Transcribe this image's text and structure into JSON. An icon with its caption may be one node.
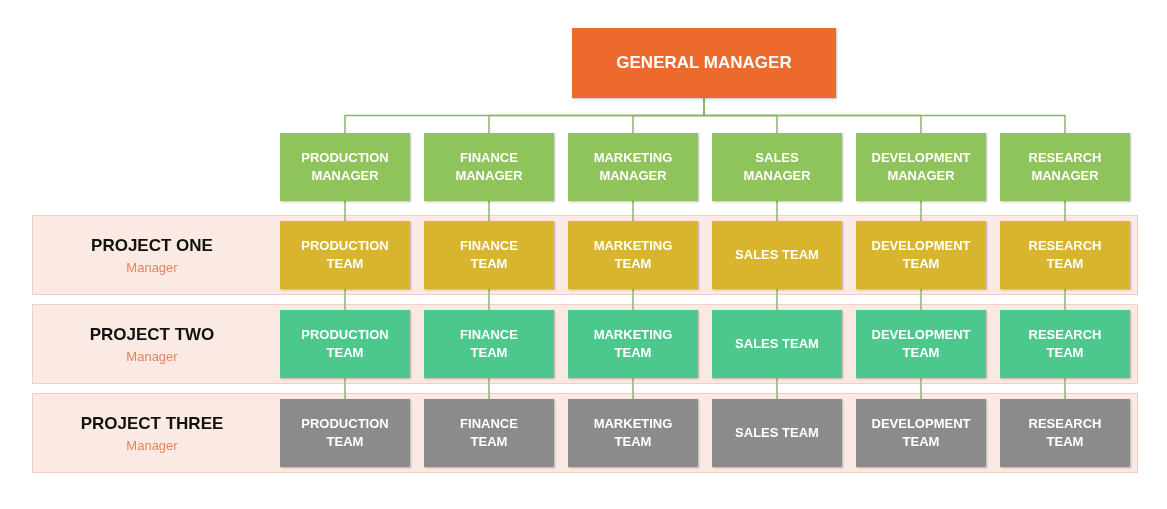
{
  "diagram": {
    "nodes": [
      {
        "text": [
          "GENERAL MANAGER"
        ]
      },
      {
        "text": [
          "PRODUCTION MANAGER"
        ]
      },
      {
        "text": [
          "FINANCE MANAGER"
        ]
      },
      {
        "text": [
          "MARKETING MANAGER"
        ]
      },
      {
        "text": [
          "SALES MANAGER"
        ]
      },
      {
        "text": [
          "DEVELOPMENT MANAGER"
        ]
      },
      {
        "text": [
          "RESEARCH MANAGER"
        ]
      },
      {
        "text": [
          "PROJECT ONE",
          "Manager"
        ]
      },
      {
        "text": [
          "PRODUCTION TEAM"
        ],
        "in": 7
      },
      {
        "text": [
          "FINANCE TEAM"
        ],
        "in": 7
      },
      {
        "text": [
          "MARKETING TEAM"
        ],
        "in": 7
      },
      {
        "text": [
          "SALES TEAM"
        ],
        "in": 7
      },
      {
        "text": [
          "DEVELOPMENT TEAM"
        ],
        "in": 7
      },
      {
        "text": [
          "RESEARCH TEAM"
        ],
        "in": 7
      },
      {
        "text": [
          "PROJECT TWO",
          "Manager"
        ]
      },
      {
        "text": [
          "PRODUCTION TEAM"
        ],
        "in": 14
      },
      {
        "text": [
          "FINANCE TEAM"
        ],
        "in": 14
      },
      {
        "text": [
          "MARKETING TEAM"
        ],
        "in": 14
      },
      {
        "text": [
          "SALES TEAM"
        ],
        "in": 14
      },
      {
        "text": [
          "DEVELOPMENT TEAM"
        ],
        "in": 14
      },
      {
        "text": [
          "RESEARCH TEAM"
        ],
        "in": 14
      },
      {
        "text": [
          "PROJECT THREE",
          "Manager"
        ]
      },
      {
        "text": [
          "PRODUCTION TEAM"
        ],
        "in": 21
      },
      {
        "text": [
          "FINANCE TEAM"
        ],
        "in": 21
      },
      {
        "text": [
          "MARKETING TEAM"
        ],
        "in": 21
      },
      {
        "text": [
          "SALES TEAM"
        ],
        "in": 21
      },
      {
        "text": [
          "DEVELOPMENT TEAM"
        ],
        "in": 21
      },
      {
        "text": [
          "RESEARCH TEAM"
        ],
        "in": 21
      }
    ],
    "edges": [
      {
        "from": 0,
        "to": 1,
        "arrow": "none"
      },
      {
        "from": 0,
        "to": 2,
        "arrow": "none"
      },
      {
        "from": 0,
        "to": 3,
        "arrow": "none"
      },
      {
        "from": 0,
        "to": 4,
        "arrow": "none"
      },
      {
        "from": 0,
        "to": 5,
        "arrow": "none"
      },
      {
        "from": 0,
        "to": 6,
        "arrow": "none"
      },
      {
        "from": 1,
        "to": 8,
        "arrow": "none"
      },
      {
        "from": 2,
        "to": 9,
        "arrow": "none"
      },
      {
        "from": 3,
        "to": 10,
        "arrow": "none"
      },
      {
        "from": 4,
        "to": 11,
        "arrow": "none"
      },
      {
        "from": 5,
        "to": 12,
        "arrow": "none"
      },
      {
        "from": 6,
        "to": 13,
        "arrow": "none"
      },
      {
        "from": 8,
        "to": 15,
        "arrow": "none"
      },
      {
        "from": 9,
        "to": 16,
        "arrow": "none"
      },
      {
        "from": 10,
        "to": 17,
        "arrow": "none"
      },
      {
        "from": 11,
        "to": 18,
        "arrow": "none"
      },
      {
        "from": 12,
        "to": 19,
        "arrow": "none"
      },
      {
        "from": 13,
        "to": 20,
        "arrow": "none"
      },
      {
        "from": 15,
        "to": 22,
        "arrow": "none"
      },
      {
        "from": 16,
        "to": 23,
        "arrow": "none"
      },
      {
        "from": 17,
        "to": 24,
        "arrow": "none"
      },
      {
        "from": 18,
        "to": 25,
        "arrow": "none"
      },
      {
        "from": 19,
        "to": 26,
        "arrow": "none"
      },
      {
        "from": 20,
        "to": 27,
        "arrow": "none"
      }
    ]
  }
}
